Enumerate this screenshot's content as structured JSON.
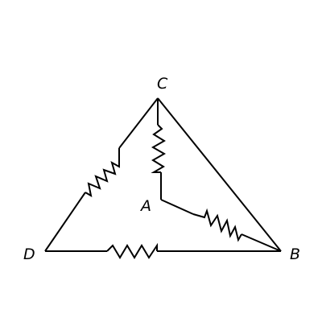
{
  "diagram": {
    "nodes": {
      "A": "A",
      "B": "B",
      "C": "C",
      "D": "D"
    },
    "edges": [
      {
        "from": "C",
        "to": "B",
        "element": "wire"
      },
      {
        "from": "D",
        "to": "C",
        "element": "resistor"
      },
      {
        "from": "D",
        "to": "B",
        "element": "resistor"
      },
      {
        "from": "C",
        "to": "A",
        "element": "resistor"
      },
      {
        "from": "A",
        "to": "B",
        "element": "resistor"
      }
    ]
  }
}
